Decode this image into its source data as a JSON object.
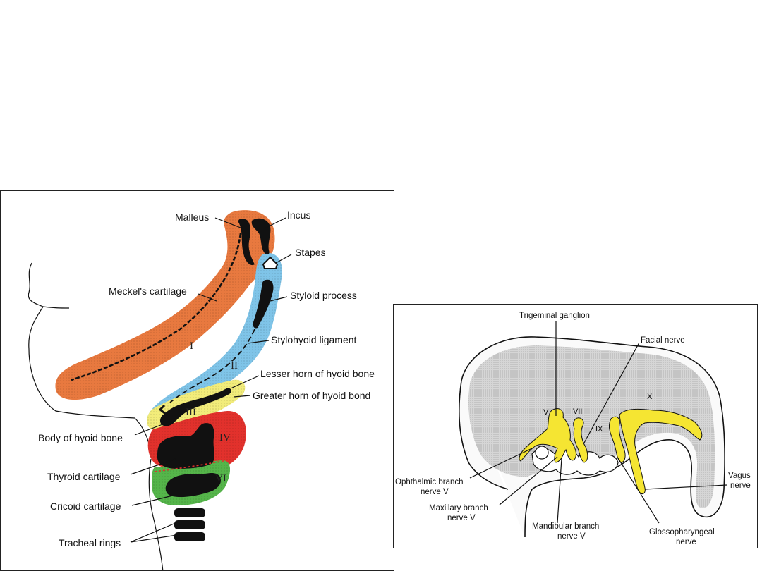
{
  "left_diagram": {
    "labels": {
      "malleus": "Malleus",
      "incus": "Incus",
      "stapes": "Stapes",
      "meckels_cartilage": "Meckel's cartilage",
      "styloid_process": "Styloid process",
      "stylohyoid_ligament": "Stylohyoid ligament",
      "lesser_horn": "Lesser horn of hyoid bone",
      "greater_horn": "Greater horn of hyoid bond",
      "body_hyoid": "Body of hyoid bone",
      "thyroid_cartilage": "Thyroid cartilage",
      "cricoid_cartilage": "Cricoid cartilage",
      "tracheal_rings": "Tracheal rings"
    },
    "arch_numerals": [
      "I",
      "II",
      "III",
      "IV",
      "VI"
    ],
    "colors": {
      "arch_1": "#e8793f",
      "arch_2": "#7fc4e8",
      "arch_3": "#f2ec7a",
      "arch_4": "#e2312c",
      "arch_6": "#55b54a",
      "cartilage": "#111111"
    }
  },
  "right_diagram": {
    "labels": {
      "trigeminal_ganglion": "Trigeminal ganglion",
      "facial_nerve": "Facial nerve",
      "ophthalmic_line1": "Ophthalmic branch",
      "ophthalmic_line2": "nerve V",
      "maxillary_line1": "Maxillary branch",
      "maxillary_line2": "nerve V",
      "mandibular_line1": "Mandibular branch",
      "mandibular_line2": "nerve V",
      "glosso_line1": "Glossopharyngeal",
      "glosso_line2": "nerve",
      "vagus_line1": "Vagus",
      "vagus_line2": "nerve"
    },
    "nerve_numerals": [
      "V",
      "VII",
      "IX",
      "X"
    ],
    "colors": {
      "nerve": "#f5e532",
      "embryo": "#cfcfcf"
    }
  }
}
